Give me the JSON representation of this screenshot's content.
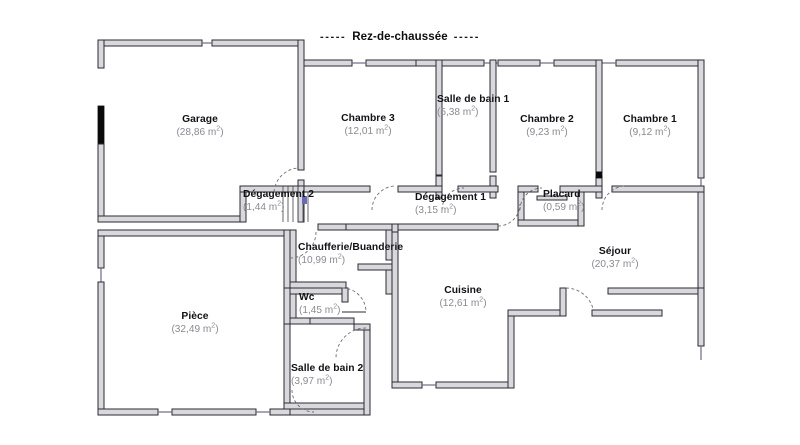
{
  "plan": {
    "title": "Rez-de-chaussée",
    "title_dash_left": "-----",
    "title_dash_right": "-----",
    "area_unit": "m",
    "area_exponent": "2",
    "rooms": [
      {
        "id": "garage",
        "name": "Garage",
        "area": "(28,86 m"
      },
      {
        "id": "chambre-3",
        "name": "Chambre 3",
        "area": "(12,01 m"
      },
      {
        "id": "salle-de-bain-1",
        "name": "Salle de bain 1",
        "area": "(5,38 m"
      },
      {
        "id": "chambre-2",
        "name": "Chambre 2",
        "area": "(9,23 m"
      },
      {
        "id": "chambre-1",
        "name": "Chambre 1",
        "area": "(9,12 m"
      },
      {
        "id": "degagement-2",
        "name": "Dégagement 2",
        "area": "(1,44 m"
      },
      {
        "id": "degagement-1",
        "name": "Dégagement 1",
        "area": "(3,15 m"
      },
      {
        "id": "placard",
        "name": "Placard",
        "area": "(0,59 m"
      },
      {
        "id": "chaufferie",
        "name": "Chaufferie/Buanderie",
        "area": "(10,99 m"
      },
      {
        "id": "sejour",
        "name": "Séjour",
        "area": "(20,37 m"
      },
      {
        "id": "wc",
        "name": "Wc",
        "area": "(1,45 m"
      },
      {
        "id": "cuisine",
        "name": "Cuisine",
        "area": "(12,61 m"
      },
      {
        "id": "piece",
        "name": "Pièce",
        "area": "(32,49 m"
      },
      {
        "id": "salle-de-bain-2",
        "name": "Salle de bain 2",
        "area": "(3,97 m"
      }
    ],
    "area_suffix": ")",
    "colors": {
      "wall_fill": "#d9d9dd",
      "wall_stroke": "#2b2b33",
      "window": "#6b6b86",
      "door_arc": "#6d6d6d",
      "label_name": "#111116",
      "label_area": "#8a8a92",
      "background": "#ffffff"
    }
  }
}
